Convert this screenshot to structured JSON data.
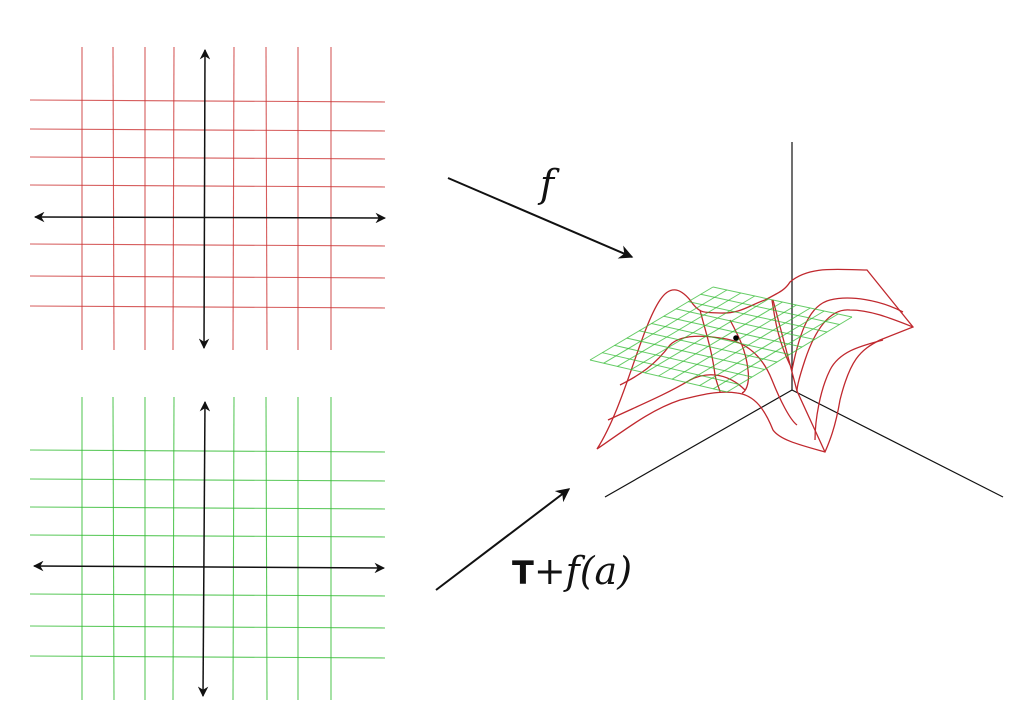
{
  "labels": {
    "map_f": "f",
    "tangent_T": "T",
    "tangent_rest": "+f(a)"
  },
  "colors": {
    "domain_grid": "#cc3333",
    "tangent_grid": "#33bb33",
    "surface": "#c0282e",
    "axes": "#111111"
  }
}
